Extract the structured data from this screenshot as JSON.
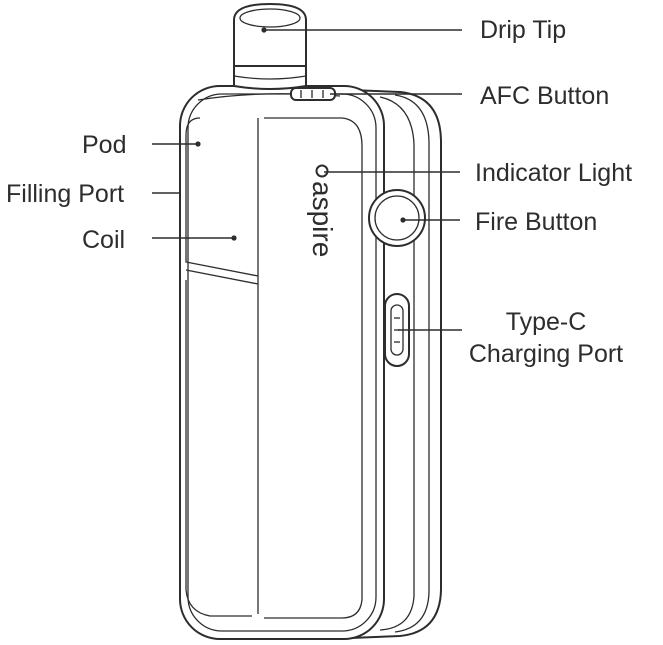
{
  "brand": "aspire",
  "labels": {
    "drip_tip": "Drip Tip",
    "afc_button": "AFC Button",
    "indicator_light": "Indicator Light",
    "fire_button": "Fire Button",
    "type_c_line1": "Type-C",
    "type_c_line2": "Charging Port",
    "pod": "Pod",
    "filling_port": "Filling Port",
    "coil": "Coil"
  }
}
